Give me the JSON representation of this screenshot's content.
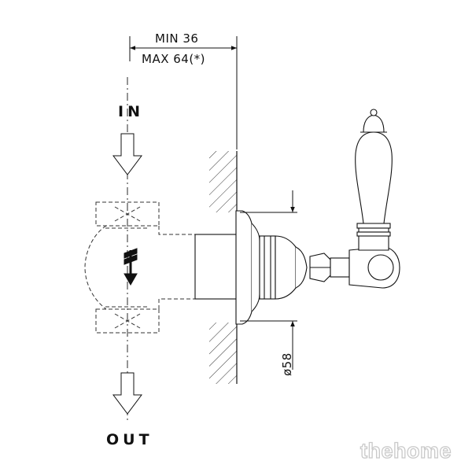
{
  "labels": {
    "min": "MIN 36",
    "max": "MAX 64(*)",
    "in": "IN",
    "out": "OUT",
    "diameter": "ø58"
  },
  "watermark": "thehome",
  "colors": {
    "line": "#111111",
    "hidden_line": "#333333",
    "watermark_outline": "#c9c9c9",
    "background": "#ffffff"
  }
}
